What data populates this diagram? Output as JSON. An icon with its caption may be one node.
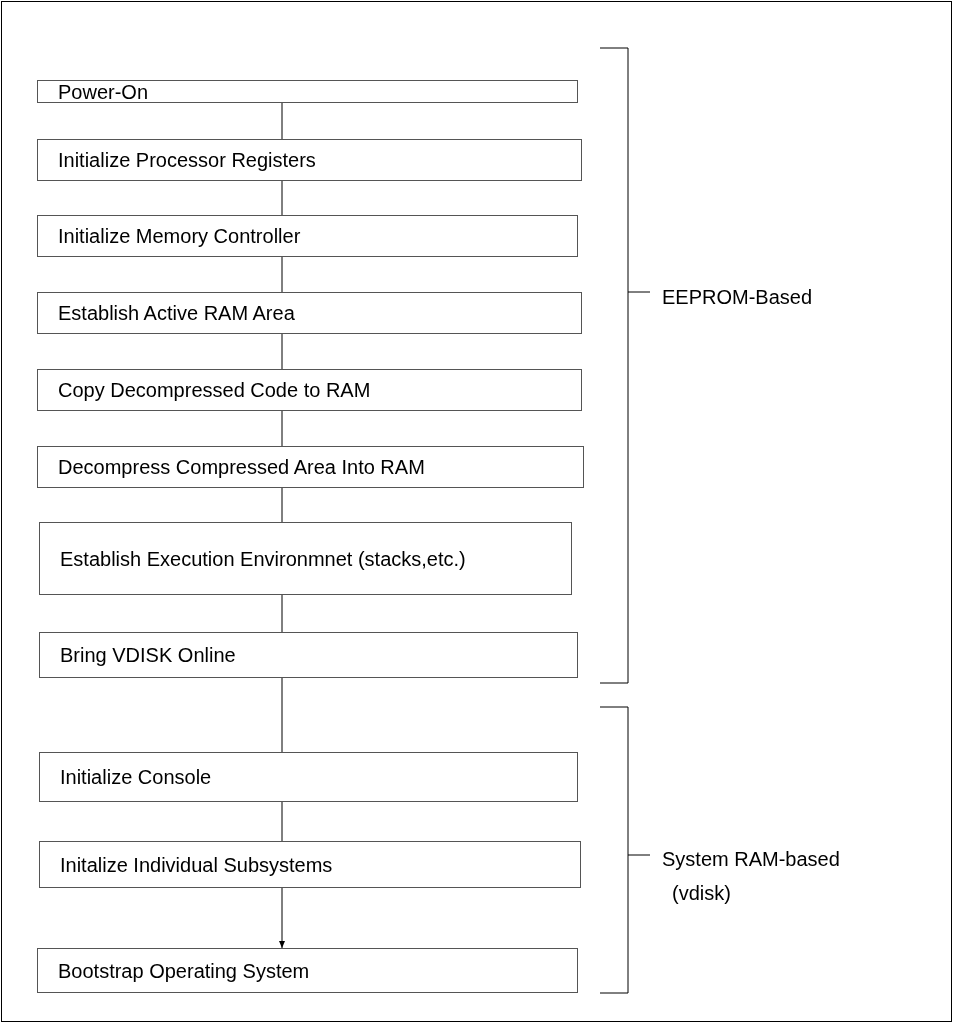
{
  "diagram": {
    "nodes": [
      {
        "text": [
          "Power-On"
        ]
      },
      {
        "text": [
          "Initialize Processor Registers"
        ]
      },
      {
        "text": [
          "Initialize Memory Controller"
        ]
      },
      {
        "text": [
          "Establish Active RAM Area"
        ]
      },
      {
        "text": [
          "Copy Decompressed Code to RAM"
        ]
      },
      {
        "text": [
          "Decompress Compressed Area Into RAM"
        ]
      },
      {
        "text": [
          "Establish Execution Environmnet (stacks,etc.)"
        ]
      },
      {
        "text": [
          "Bring VDISK Online"
        ]
      },
      {
        "text": [
          "Initialize Console"
        ]
      },
      {
        "text": [
          "Initalize Individual Subsystems"
        ]
      },
      {
        "text": [
          "Bootstrap Operating System"
        ]
      }
    ],
    "edges": [
      {
        "from": 0,
        "to": 1,
        "arrow": "none"
      },
      {
        "from": 1,
        "to": 2,
        "arrow": "none"
      },
      {
        "from": 2,
        "to": 3,
        "arrow": "none"
      },
      {
        "from": 3,
        "to": 4,
        "arrow": "none"
      },
      {
        "from": 4,
        "to": 5,
        "arrow": "none"
      },
      {
        "from": 5,
        "to": 6,
        "arrow": "none"
      },
      {
        "from": 6,
        "to": 7,
        "arrow": "none"
      },
      {
        "from": 7,
        "to": 8,
        "arrow": "none"
      },
      {
        "from": 8,
        "to": 9,
        "arrow": "none"
      },
      {
        "from": 9,
        "to": 10,
        "arrow": "to"
      }
    ],
    "labels": [
      "EEPROM-Based",
      "System RAM-based",
      "(vdisk)"
    ]
  }
}
